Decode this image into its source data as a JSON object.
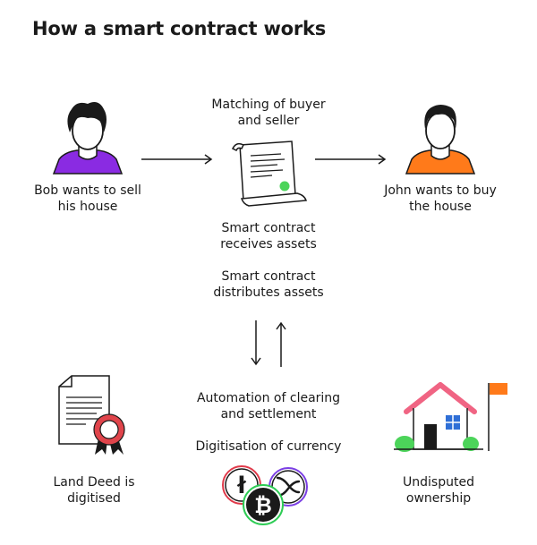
{
  "title": "How a smart contract works",
  "labels": {
    "bob": [
      "Bob wants to sell",
      "his house"
    ],
    "matching": [
      "Matching of buyer",
      "and seller"
    ],
    "john": [
      "John wants to buy",
      "the house"
    ],
    "receives": [
      "Smart contract",
      "receives assets"
    ],
    "distributes": [
      "Smart contract",
      "distributes assets"
    ],
    "automation": [
      "Automation of clearing",
      "and settlement"
    ],
    "digitisation": [
      "Digitisation of currency"
    ],
    "deed": [
      "Land Deed is",
      "digitised"
    ],
    "ownership": [
      "Undisputed",
      "ownership"
    ]
  },
  "colors": {
    "bob_shirt": "#8a2be2",
    "john_shirt": "#ff7a1a",
    "accent_green": "#4cd45a",
    "roof_pink": "#f06483",
    "window_blue": "#2f6fd6",
    "flag_orange": "#ff7a1a",
    "seal_red": "#e0444b",
    "coin_green": "#2ecc55",
    "coin_red": "#e03a4a",
    "coin_purple": "#7b3fe4"
  },
  "icons": {
    "bob": "person-male-icon",
    "john": "person-male-icon",
    "contract": "contract-scroll-icon",
    "deed": "land-deed-icon",
    "house": "house-icon",
    "coins": "crypto-coins-icon"
  }
}
